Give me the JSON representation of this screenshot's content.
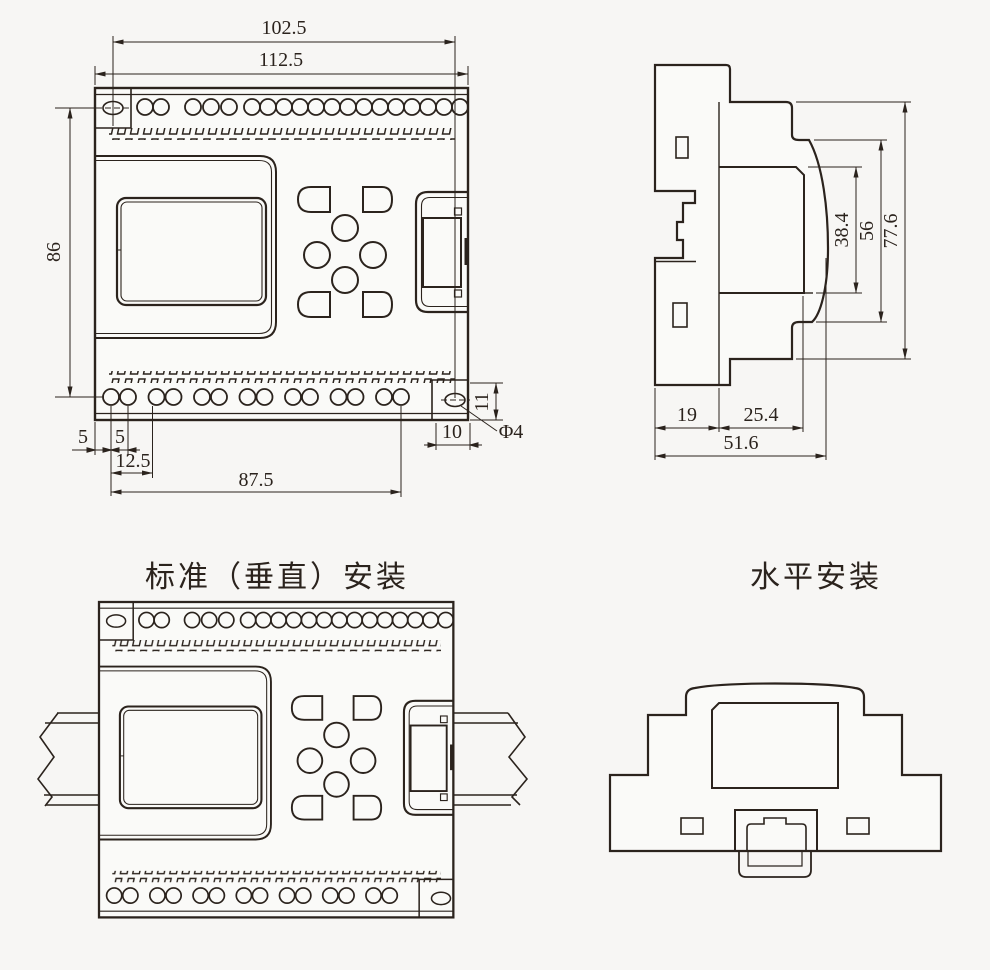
{
  "style": {
    "line_color": "#2b231d",
    "background": "#f7f6f4",
    "body_fill": "#fafaf8"
  },
  "front_view": {
    "dim_hole_span_h": "102.5",
    "dim_width": "112.5",
    "dim_hole_span_v": "86",
    "dim_edge_margin": "5",
    "dim_terminal_pitch": "5",
    "dim_pair_pitch": "12.5",
    "dim_terminal_span": "87.5",
    "dim_tab_width": "10",
    "dim_tab_height": "11",
    "dim_hole_dia": "Φ4"
  },
  "side_view": {
    "dim_back_depth": "19",
    "dim_front_depth": "25.4",
    "dim_total_depth": "51.6",
    "dim_window_height": "38.4",
    "dim_face_height": "56",
    "dim_total_height": "77.6"
  },
  "mount_views": {
    "vertical_title": "标准（垂直）安装",
    "horizontal_title": "水平安装"
  }
}
